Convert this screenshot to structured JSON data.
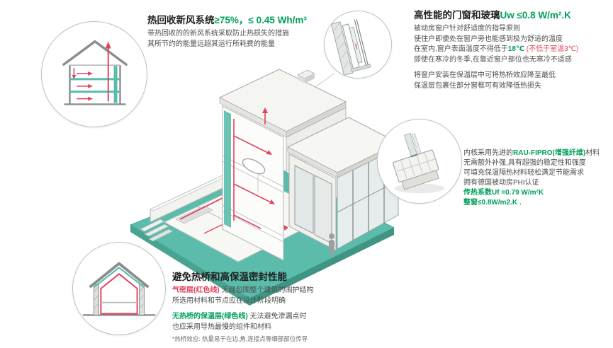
{
  "colors": {
    "green": "#00A05A",
    "teal": "#5BBCAB",
    "teal_dark": "#3E9C8B",
    "red": "#E0435F",
    "ink": "#1F1F1F"
  },
  "callouts": {
    "heat_recovery": {
      "title_black": "热回收新风系统",
      "title_green": "≥75%，≤ 0.45 Wh/m³",
      "lines": [
        "带热回收的的新风系统采取防止热损失的措施",
        "其所节约的能量远超其运行所耗费的能量"
      ]
    },
    "windows": {
      "title_black": "高性能的门窗和玻璃",
      "title_green": "Uw ≤0.8 W/m².K",
      "p1a": "被动房窗户针对舒适度的指导原则",
      "p1b": "使住户即便处在窗户旁也能感到极为舒适的温度",
      "temp_pre": "在室内,窗户表面温度不得低于",
      "temp_green": "18℃",
      "temp_red": " (不低于室温3℃)",
      "p1d": "即使在寒冷的冬季,在靠近窗户部位也无寒冷不适感",
      "p2a": "将窗户安装在保温层中可将热桥效应降至最低",
      "p2b": "保温层包裹住部分窗框可有效降低热损失"
    },
    "profile": {
      "l1_pre": "内核采用先进的",
      "l1_green": "RAU-FIPRO(增强纤维)",
      "l1_post": "材料",
      "l2": "无需额外补强,具有超强的稳定性和强度",
      "l3": "可填充保温隔热材料轻松满足节能需求",
      "l4": "拥有德国被动房PHI认证",
      "l5": "传热系数Uf =0.79 W/m²K",
      "l6": "整窗≤0.8W/m2.K ."
    },
    "thermal": {
      "title": "避免热桥和高保温密封性能",
      "l1_red": "气密层(红色线)",
      "l1_rest": " 无缝包围整个建筑的围护结构",
      "l2": "所选用材料和节点应在设计阶段明确",
      "l3_green": "无热桥的保温层(绿色线)",
      "l3_rest": " 无法避免渗漏点时",
      "l4": "也应采用导热最慢的组件和材料",
      "footnote": "*热桥效应: 热量易于在边,角,连接点等细部部位传导"
    }
  }
}
